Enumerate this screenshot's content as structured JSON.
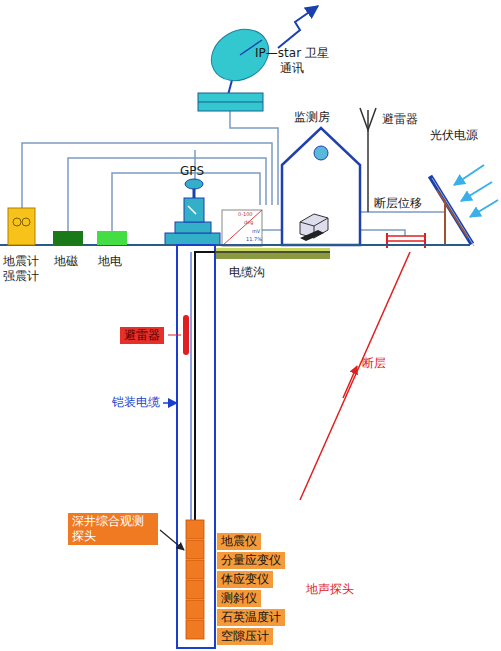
{
  "diagram": {
    "nodes": [
      {
        "text": [
          "避雷器"
        ]
      },
      {
        "text": [
          "深井综合观测探头"
        ]
      },
      {
        "text": [
          "地震仪"
        ]
      },
      {
        "text": [
          "分量应变仪"
        ]
      },
      {
        "text": [
          "体应变仪"
        ]
      },
      {
        "text": [
          "测斜仪"
        ]
      },
      {
        "text": [
          "石英温度计"
        ]
      },
      {
        "text": [
          "空隙压计"
        ]
      }
    ],
    "labels": [
      "IP—star 卫星通讯",
      "GPS",
      "0-100",
      "deg",
      "mV",
      "11.7%",
      "监测房",
      "避雷器",
      "光伏电源",
      "断层位移",
      "地震计 强震计",
      "地磁",
      "地电",
      "电缆沟",
      "铠装电缆",
      "断层",
      "地声探头"
    ]
  }
}
